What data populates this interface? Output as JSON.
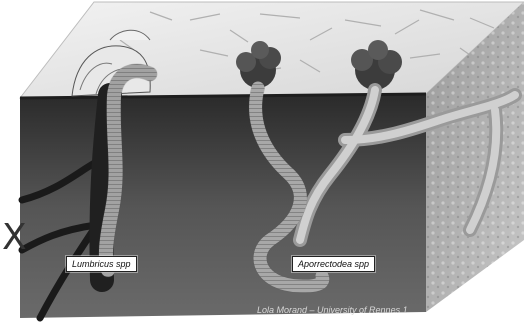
{
  "labels": {
    "lumbricus": "Lumbricus spp",
    "aporrectodea": "Aporrectodea spp"
  },
  "side_mark": "X",
  "credit": "Lola Morand – University of Rennes 1",
  "colors": {
    "surface": "#e6e6e6",
    "soil_front": "#4a4a4a",
    "soil_side": "#8a8a8a",
    "worm": "#bdbdbd",
    "cast": "#3c3c3c"
  }
}
